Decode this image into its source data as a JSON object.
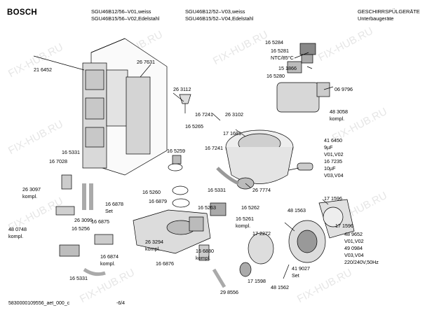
{
  "header": {
    "brand": "BOSCH",
    "models_col1": [
      "SGU46B12/56–V01,weiss",
      "SGU46B15/56–V02,Edelstahl"
    ],
    "models_col2": [
      "SGU46B12/52–V03,weiss",
      "SGU46B15/52–V04,Edelstahl"
    ],
    "category": [
      "GESCHIRRSPÜLGERÄTE",
      "Unterbaugeräte"
    ]
  },
  "watermark": "FIX-HUB.RU",
  "footer": {
    "doc_id": "5830000109556_aet_000_c",
    "page": "-6/4"
  },
  "parts": [
    "21 6452",
    "26 7631",
    "26 3112",
    "16 5284",
    "16 5281",
    "NTC/85°C",
    "15 1866",
    "16 5280",
    "06 9796",
    "48 3058",
    "kompl.",
    "16 7241",
    "26 3102",
    "16 5265",
    "17 1681",
    "16 5331",
    "16 7028",
    "16 5259",
    "16 7241",
    "41 6450",
    "9µF",
    "V01,V02",
    "16 7235",
    "10µF",
    "V03,V04",
    "26 3097",
    "kompl.",
    "26 7774",
    "16 5260",
    "16 5331",
    "16 6878",
    "Set",
    "16 6879",
    "16 5263",
    "16 5262",
    "17 1596",
    "26 3099",
    "48 1563",
    "16 5261",
    "kompl.",
    "48 0748",
    "kompl.",
    "16 6875",
    "16 5256",
    "17 2272",
    "48 9652",
    "V01,V02",
    "49 0984",
    "V03,V04",
    "220/240V,50Hz",
    "17 1596",
    "26 3294",
    "kompl.",
    "16 6880",
    "kompl.",
    "16 6874",
    "kompl.",
    "16 6876",
    "16 5331",
    "41 9027",
    "Set",
    "17 1598",
    "48 1562",
    "29 8556"
  ]
}
